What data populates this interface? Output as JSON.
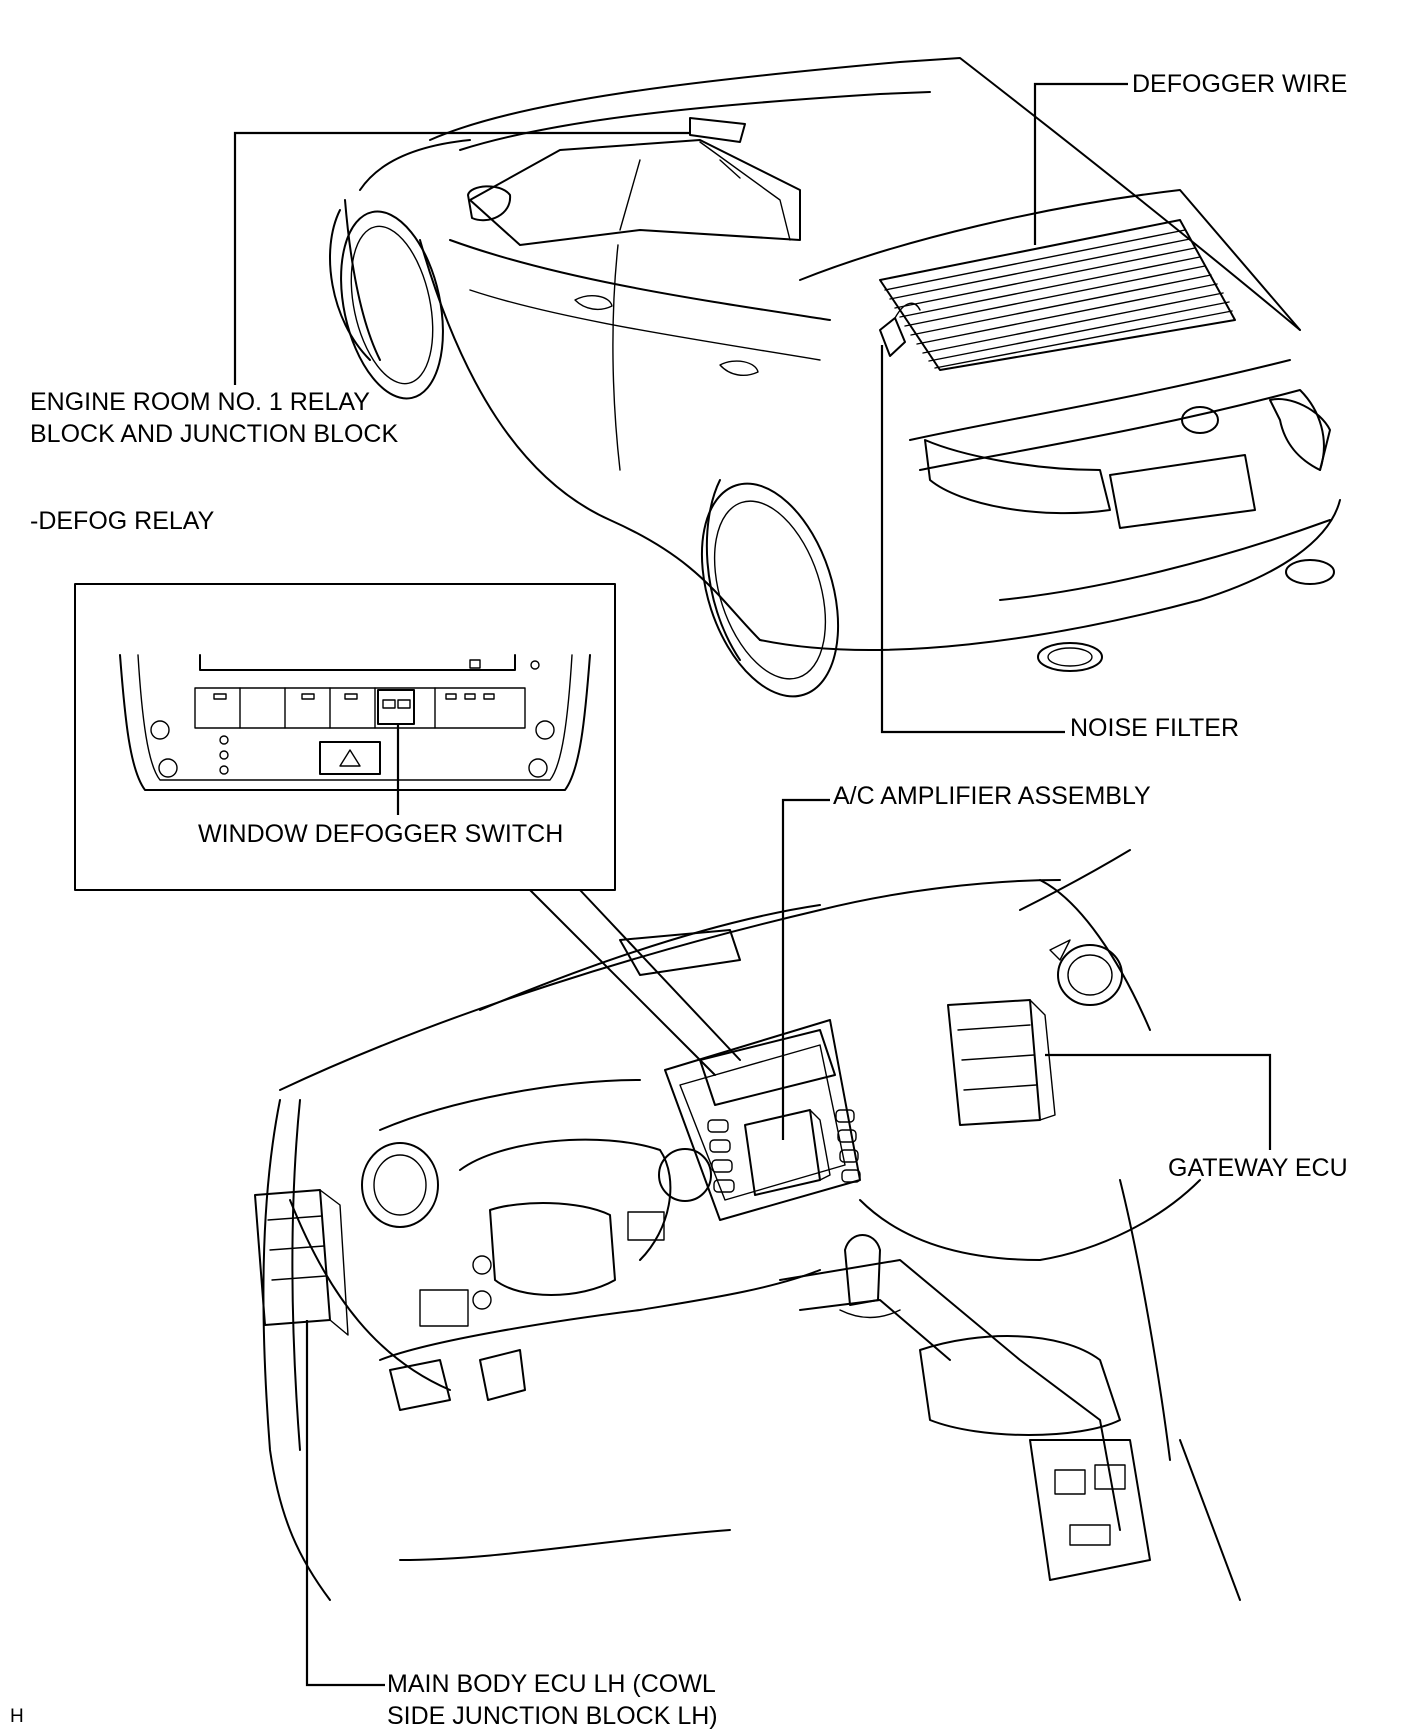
{
  "labels": {
    "defogger_wire": "DEFOGGER WIRE",
    "engine_room_line1": "ENGINE ROOM NO. 1 RELAY",
    "engine_room_line2": "BLOCK AND JUNCTION BLOCK",
    "defog_relay": "-DEFOG RELAY",
    "noise_filter": "NOISE FILTER",
    "window_defogger_switch": "WINDOW DEFOGGER SWITCH",
    "ac_amplifier": "A/C AMPLIFIER ASSEMBLY",
    "gateway_ecu": "GATEWAY ECU",
    "main_body_line1": "MAIN BODY ECU LH (COWL",
    "main_body_line2": "SIDE JUNCTION BLOCK LH)",
    "corner_mark": "H"
  }
}
